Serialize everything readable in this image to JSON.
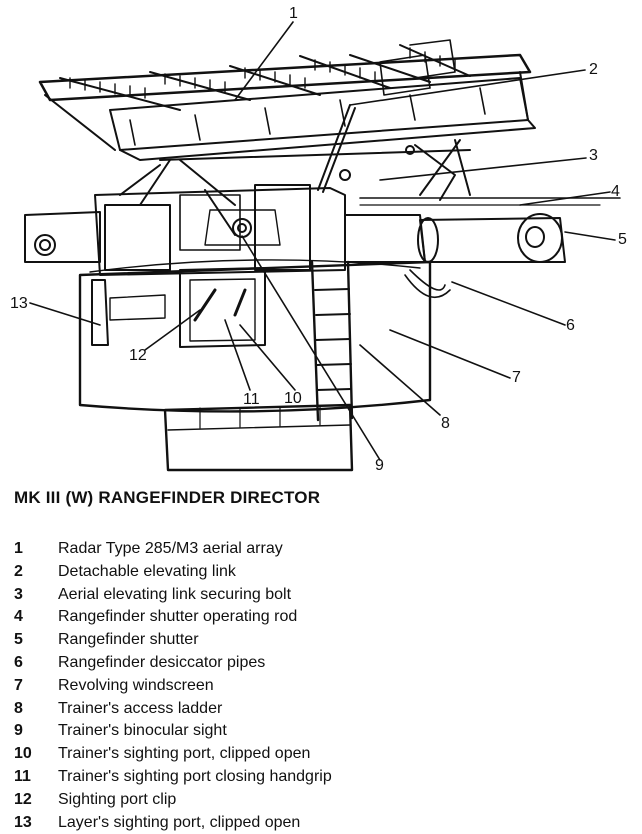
{
  "title": "MK III (W) RANGEFINDER DIRECTOR",
  "legend": [
    {
      "num": "1",
      "text": "Radar Type 285/M3 aerial array"
    },
    {
      "num": "2",
      "text": "Detachable elevating link"
    },
    {
      "num": "3",
      "text": "Aerial elevating link securing bolt"
    },
    {
      "num": "4",
      "text": "Rangefinder shutter operating rod"
    },
    {
      "num": "5",
      "text": "Rangefinder shutter"
    },
    {
      "num": "6",
      "text": "Rangefinder desiccator pipes"
    },
    {
      "num": "7",
      "text": "Revolving windscreen"
    },
    {
      "num": "8",
      "text": "Trainer's access ladder"
    },
    {
      "num": "9",
      "text": "Trainer's binocular sight"
    },
    {
      "num": "10",
      "text": "Trainer's sighting port, clipped open"
    },
    {
      "num": "11",
      "text": "Trainer's sighting port closing handgrip"
    },
    {
      "num": "12",
      "text": "Sighting port clip"
    },
    {
      "num": "13",
      "text": "Layer's sighting port, clipped open"
    }
  ],
  "callouts": [
    "1",
    "2",
    "3",
    "4",
    "5",
    "6",
    "7",
    "8",
    "9",
    "10",
    "11",
    "12",
    "13"
  ]
}
